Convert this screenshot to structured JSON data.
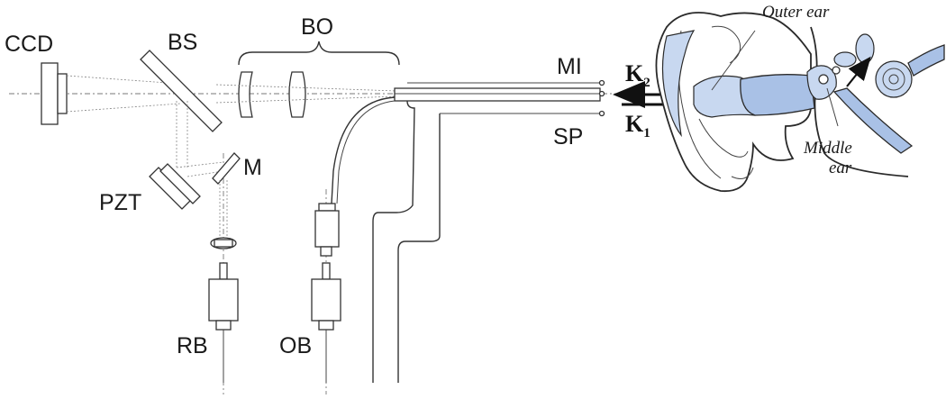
{
  "labels": {
    "ccd": "CCD",
    "bs": "BS",
    "bo": "BO",
    "mi": "MI",
    "sp": "SP",
    "pzt": "PZT",
    "m": "M",
    "rb": "RB",
    "ob": "OB"
  },
  "wavevectors": {
    "k2": "K",
    "k2_sub": "2",
    "k1": "K",
    "k1_sub": "1"
  },
  "ear_labels": {
    "outer": "Outer ear",
    "middle_line1": "Middle",
    "middle_line2": "ear"
  },
  "colors": {
    "tissue_blue": "#a9c1e6",
    "ink": "#1a1a1a"
  }
}
